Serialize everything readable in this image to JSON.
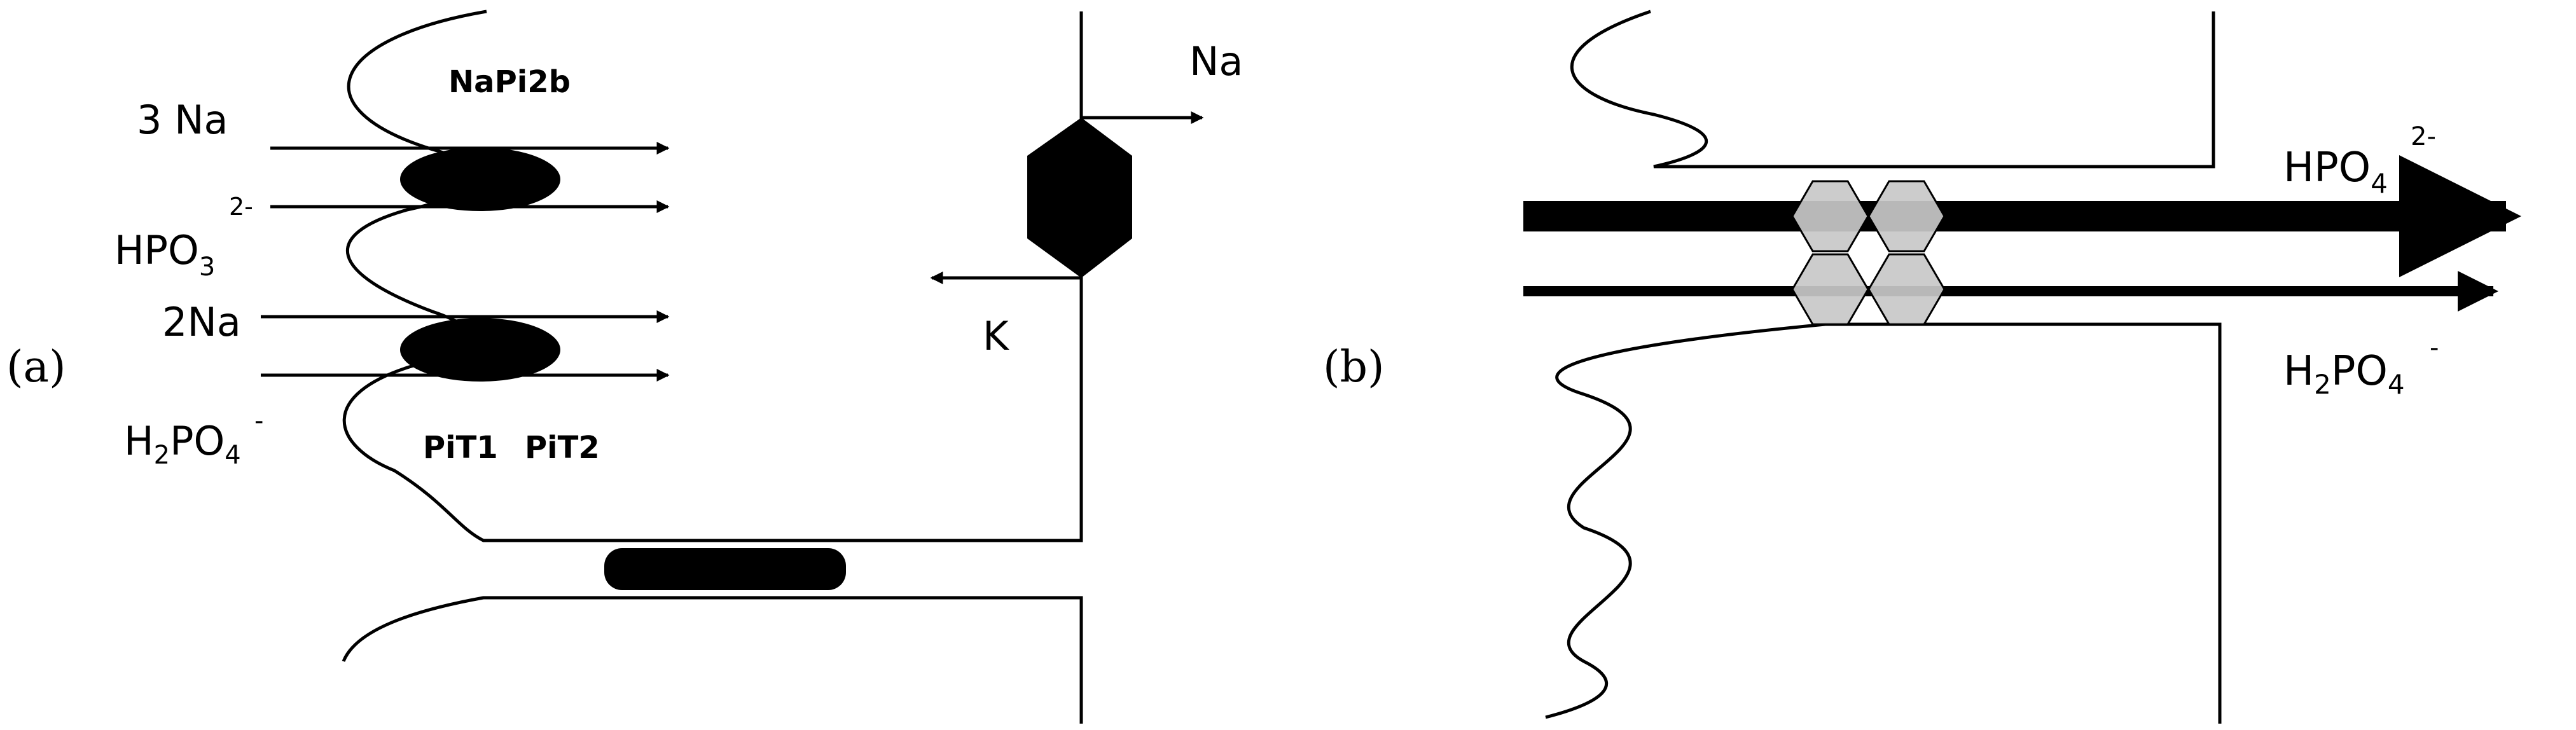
{
  "panel_a": {
    "label": "(a)",
    "transporter_napi2b": "NaPi2b",
    "ion_3na": "3 Na",
    "ion_hpo3": {
      "base": "HPO",
      "subscript": "3",
      "superscript": "2-"
    },
    "ion_2na": "2Na",
    "ion_h2po4": {
      "h": "H",
      "h_sub": "2",
      "base": "PO",
      "subscript": "4",
      "superscript": "-"
    },
    "transporter_pit1": "PiT1",
    "transporter_pit2": "PiT2",
    "pump_na": "Na",
    "pump_k": "K"
  },
  "panel_b": {
    "label": "(b)",
    "ion_hpo4": {
      "base": "HPO",
      "subscript": "4",
      "superscript": "2-"
    },
    "ion_h2po4": {
      "h": "H",
      "h_sub": "2",
      "base": "PO",
      "subscript": "4",
      "superscript": "-"
    }
  },
  "colors": {
    "ink": "#000000",
    "transporter_fill": "#000000",
    "tight_junction_fill": "#c8c8c8",
    "background": "#ffffff"
  }
}
